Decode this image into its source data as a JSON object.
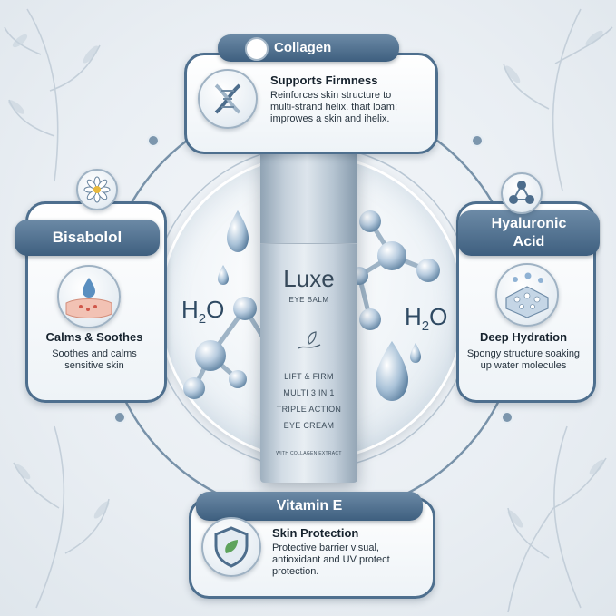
{
  "collagen": {
    "banner": "Collagen",
    "title": "Supports Firmness",
    "body": "Reinforces skin structure to multi-strand helix. thait loam; improwes a skin and ihelix."
  },
  "bisabolol": {
    "banner": "Bisabolol",
    "title": "Calms & Soothes",
    "body": "Soothes and calms sensitive skin"
  },
  "hyaluronic": {
    "banner_line1": "Hyaluronic",
    "banner_line2": "Acid",
    "title": "Deep Hydration",
    "body": "Spongy structure soaking up water molecules"
  },
  "vitamin_e": {
    "banner": "Vitamin E",
    "title": "Skin Protection",
    "body": "Protective barrier visual, antioxidant and UV protect protection."
  },
  "center": {
    "h2o_left": "H",
    "h2o_right": "H",
    "h2o_sub": "2",
    "h2o_o": "O"
  },
  "product": {
    "brand": "Luxe",
    "subtitle": "EYE BALM",
    "line1": "LIFT & FIRM",
    "line2": "MULTI 3 IN 1",
    "line3": "TRIPLE ACTION",
    "line4": "EYE CREAM",
    "extract": "WITH COLLAGEN EXTRACT"
  },
  "colors": {
    "accent": "#4e6f8e",
    "banner": "#3e5f7f",
    "background": "#e9eef3"
  }
}
